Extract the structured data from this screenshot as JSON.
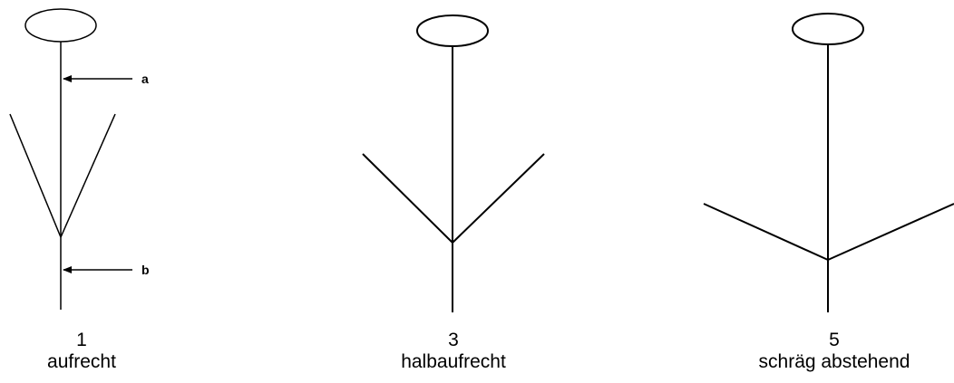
{
  "figures": [
    {
      "number": "1",
      "label": "aufrecht"
    },
    {
      "number": "3",
      "label": "halbaufrecht"
    },
    {
      "number": "5",
      "label": "schräg abstehend"
    }
  ],
  "annotations": {
    "a": "a",
    "b": "b"
  }
}
